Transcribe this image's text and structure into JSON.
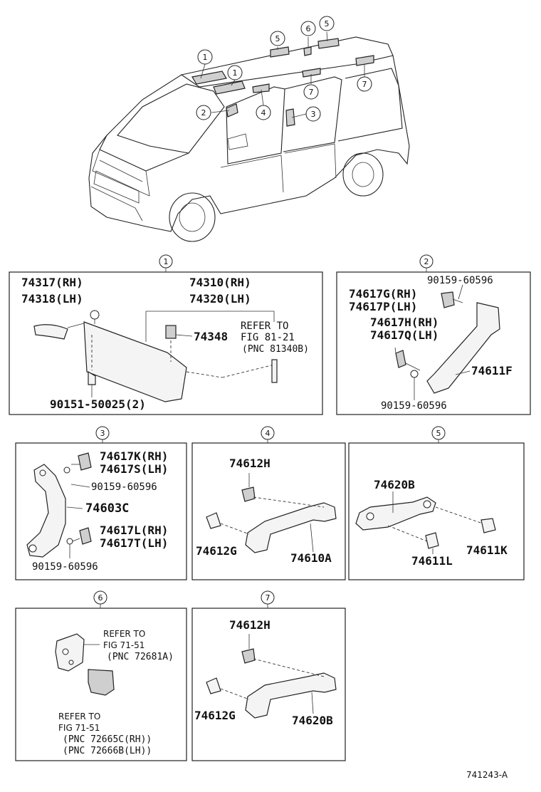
{
  "callouts": {
    "c1": "1",
    "c2": "2",
    "c3": "3",
    "c4": "4",
    "c5": "5",
    "c6": "6",
    "c7": "7"
  },
  "panel1": {
    "p74317": "74317(RH)",
    "p74318": "74318(LH)",
    "p74310": "74310(RH)",
    "p74320": "74320(LH)",
    "p74348": "74348",
    "ref1": "REFER TO",
    "ref2": "FIG 81-21",
    "ref3": "(PNC 81340B)",
    "p90151": "90151-50025(2)"
  },
  "panel2": {
    "p90159a": "90159-60596",
    "p74617G": "74617G(RH)",
    "p74617P": "74617P(LH)",
    "p74617H": "74617H(RH)",
    "p74617Q": "74617Q(LH)",
    "p74611F": "74611F",
    "p90159b": "90159-60596"
  },
  "panel3": {
    "p74617K": "74617K(RH)",
    "p74617S": "74617S(LH)",
    "p90159a": "90159-60596",
    "p74603C": "74603C",
    "p74617L": "74617L(RH)",
    "p74617T": "74617T(LH)",
    "p90159b": "90159-60596"
  },
  "panel4": {
    "p74612H": "74612H",
    "p74612G": "74612G",
    "p74610A": "74610A"
  },
  "panel5": {
    "p74620B": "74620B",
    "p74611L": "74611L",
    "p74611K": "74611K"
  },
  "panel6": {
    "ref1": "REFER TO",
    "ref2": "FIG 71-51",
    "ref3": "(PNC 72681A)",
    "ref4": "REFER TO",
    "ref5": "FIG 71-51",
    "ref6": "(PNC 72665C(RH))",
    "ref7": "(PNC 72666B(LH))"
  },
  "panel7": {
    "p74612H": "74612H",
    "p74612G": "74612G",
    "p74620B": "74620B"
  },
  "figure_id": "741243-A"
}
